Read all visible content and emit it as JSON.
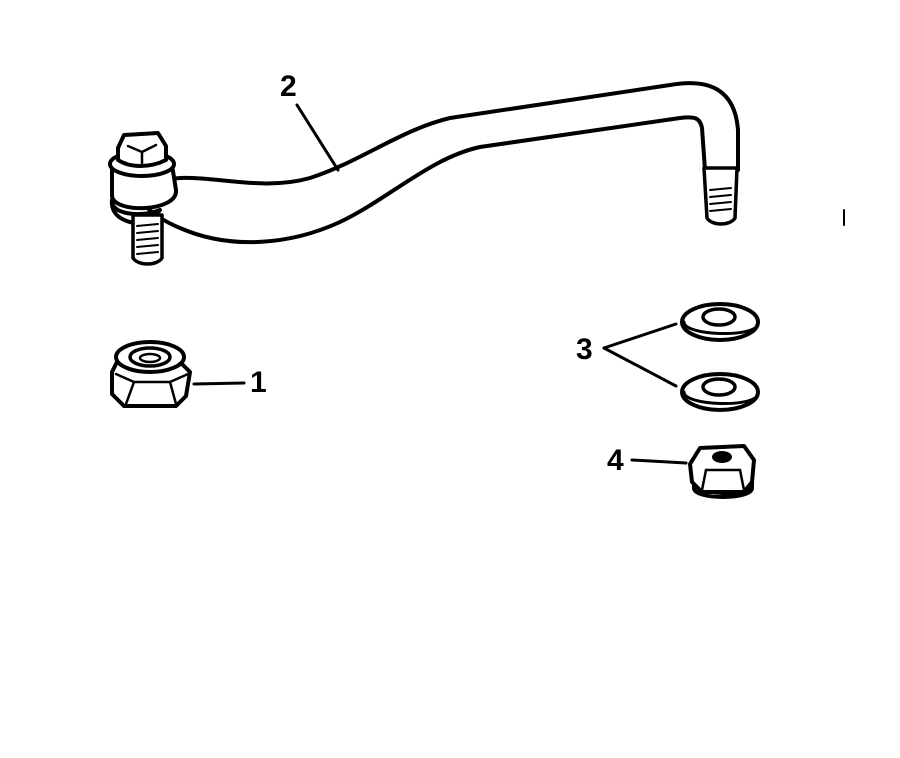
{
  "diagram": {
    "type": "exploded-parts-diagram",
    "background": "#ffffff",
    "line_color": "#000000",
    "callouts": [
      {
        "id": "1",
        "label": "1",
        "part": "flanged-lock-nut"
      },
      {
        "id": "2",
        "label": "2",
        "part": "steering-link-rod"
      },
      {
        "id": "3",
        "label": "3",
        "part": "flat-washer-pair"
      },
      {
        "id": "4",
        "label": "4",
        "part": "lock-nut"
      }
    ]
  }
}
